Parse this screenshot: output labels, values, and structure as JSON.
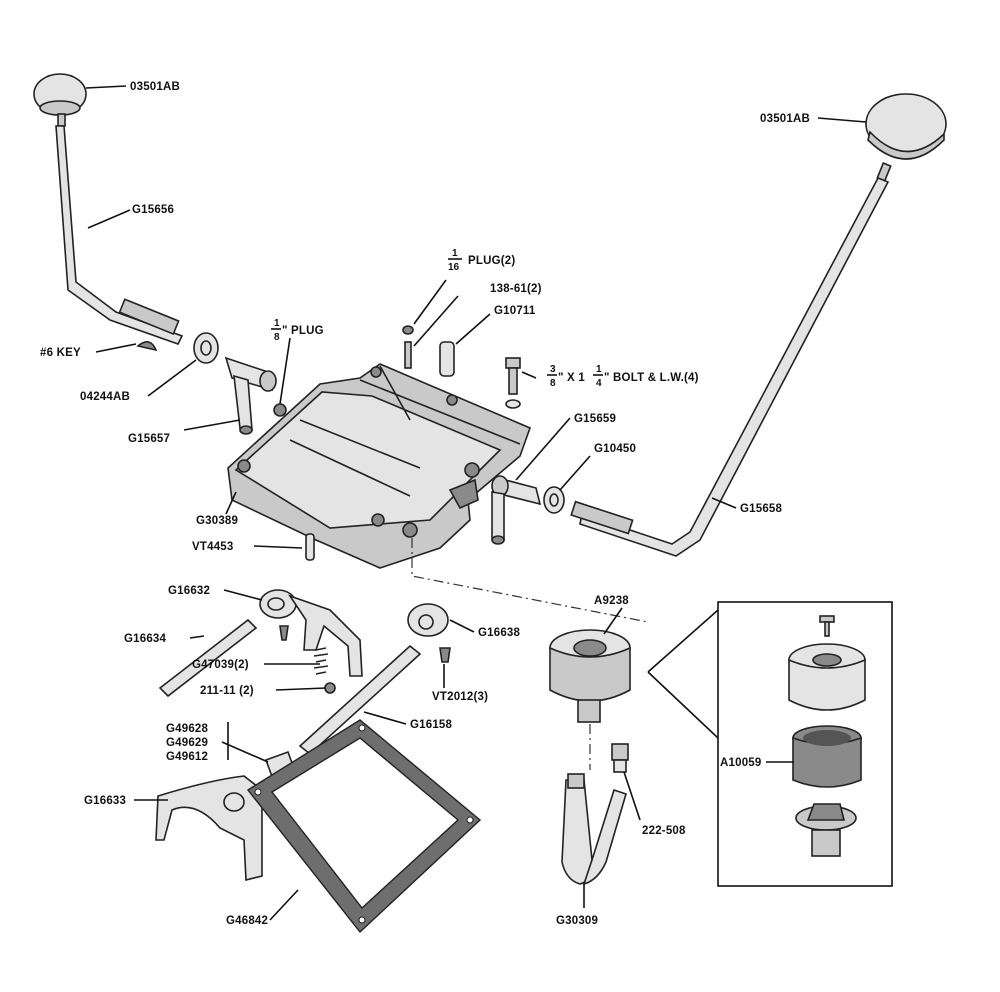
{
  "labels": {
    "knob_left": "03501AB",
    "knob_right": "03501AB",
    "lever_left": "G15656",
    "key": "#6 KEY",
    "washer_left": "04244AB",
    "plug_eighth_frac_num": "1",
    "plug_eighth_frac_den": "8",
    "plug_eighth_text": "\" PLUG",
    "plug_sixteenth_frac_num": "1",
    "plug_sixteenth_frac_den": "16",
    "plug_sixteenth_text": "PLUG(2)",
    "pin_138": "138-61(2)",
    "dowel": "G10711",
    "bolt_a": "3",
    "bolt_b": "8",
    "bolt_c": "\" X 1",
    "bolt_d": "1",
    "bolt_e": "4",
    "bolt_f": "\" BOLT & L.W.(4)",
    "arm_left": "G15657",
    "arm_right": "G15659",
    "washer_right": "G10450",
    "cover": "G30389",
    "lever_right": "G15658",
    "pin_vt": "VT4453",
    "fork_top": "G16632",
    "rail_top": "G16634",
    "spring": "G47039(2)",
    "ball": "211-11 (2)",
    "block": "G16638",
    "screw_vt": "VT2012(3)",
    "rail_bottom": "G16158",
    "g49628": "G49628",
    "g49629": "G49629",
    "g49612": "G49612",
    "fork_bottom": "G16633",
    "gasket": "G46842",
    "breather": "A9238",
    "breather_part": "A10059",
    "fitting": "222-508",
    "hose": "G30309"
  },
  "colors": {
    "ink": "#111111",
    "metal": "#c9c9c9",
    "metal_dark": "#8a8a8a",
    "gasket": "#6e6e6e"
  }
}
